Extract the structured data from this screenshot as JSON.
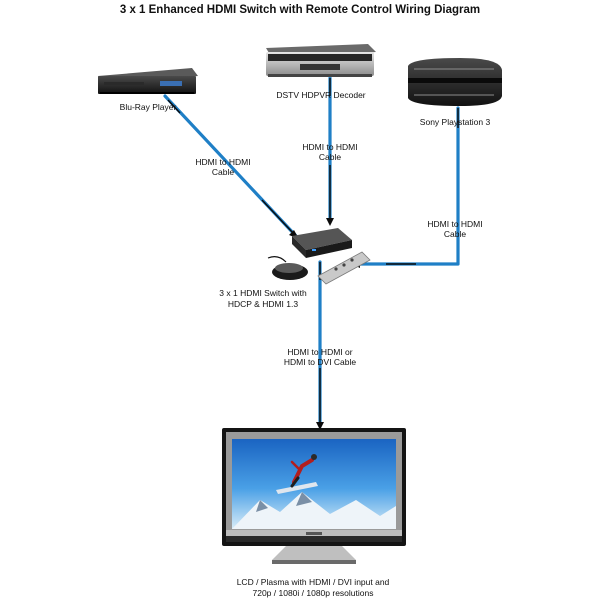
{
  "title": "3 x 1 Enhanced HDMI Switch with Remote Control Wiring Diagram",
  "devices": {
    "bluray": "Blu-Ray Player",
    "dstv": "DSTV HDPVR Decoder",
    "ps3": "Sony Playstation 3",
    "switch": [
      "3 x 1 HDMI Switch with",
      "HDCP & HDMI 1.3"
    ],
    "tv": [
      "LCD / Plasma with HDMI / DVI input and",
      "720p / 1080i / 1080p resolutions"
    ]
  },
  "cables": {
    "bluray": [
      "HDMI to HDMI",
      "Cable"
    ],
    "dstv": [
      "HDMI to HDMI",
      "Cable"
    ],
    "ps3": [
      "HDMI to HDMI",
      "Cable"
    ],
    "output": [
      "HDMI to HDMI or",
      "HDMI to DVI Cable"
    ]
  },
  "colors": {
    "cable": "#1f7fc6",
    "cable_core": "#0b0b0b",
    "device_body": "#1c1c1c"
  }
}
